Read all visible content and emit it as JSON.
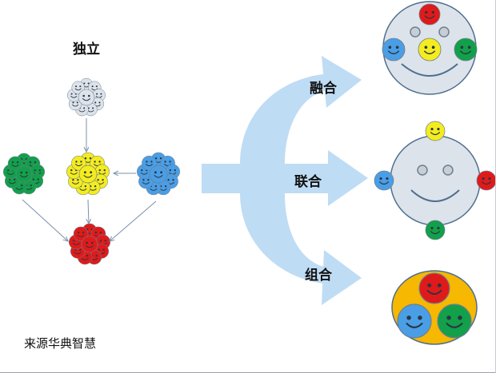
{
  "title": "独立",
  "labels": {
    "fusion": "融合",
    "alliance": "联合",
    "combination": "组合"
  },
  "source": "来源华典智慧",
  "colors": {
    "gray": "#dde3ea",
    "yellow": "#f4ec1e",
    "green": "#12a04a",
    "blue": "#4a9ee6",
    "red": "#e01a1a",
    "arrow": "#bfdcf5",
    "face_circle": "#dde3ea",
    "face_outline": "#4e6f8f",
    "combo_bg": "#f6b800"
  }
}
